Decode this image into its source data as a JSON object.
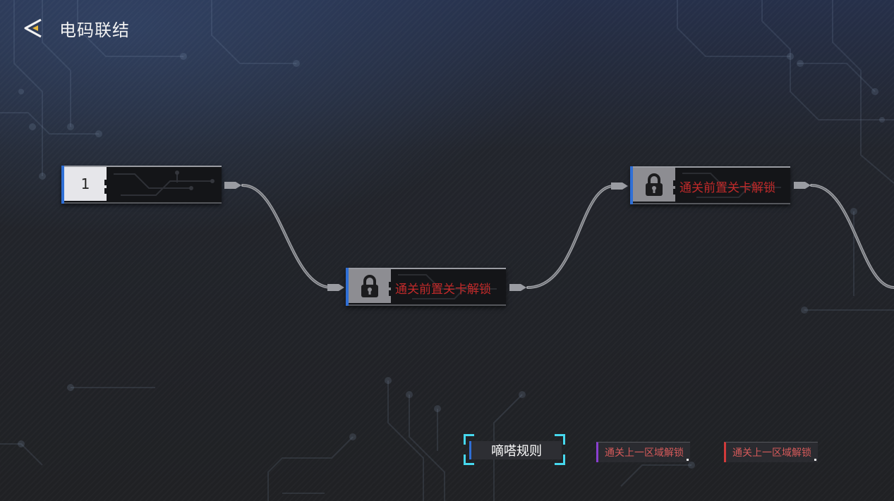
{
  "header": {
    "title": "电码联结",
    "back_icon": "back-arrow-icon"
  },
  "nodes": [
    {
      "label": "1",
      "state": "unlocked"
    },
    {
      "label": "通关前置关卡解锁",
      "state": "locked",
      "icon": "lock-icon"
    },
    {
      "label": "通关前置关卡解锁",
      "state": "locked",
      "icon": "lock-icon"
    }
  ],
  "legend": {
    "rules_label": "嘀嗒规则",
    "purple_label": "通关上一区域解锁",
    "red_label": "通关上一区域解锁"
  },
  "colors": {
    "accent_blue": "#2f6fd6",
    "locked_text": "#c22a2a",
    "bracket_cyan": "#46d8ee",
    "legend_purple": "#8a3fd0",
    "legend_red": "#d23a3a"
  }
}
